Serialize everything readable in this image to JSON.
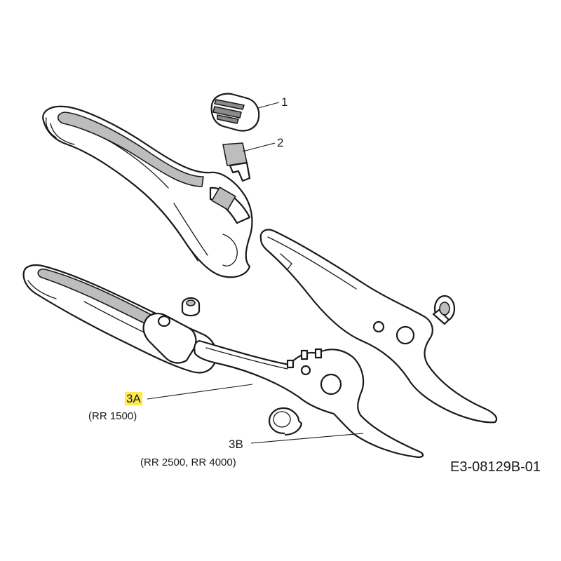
{
  "parts": [
    {
      "id": "part-1",
      "callout": "1"
    },
    {
      "id": "part-2",
      "callout": "2"
    },
    {
      "id": "part-3a",
      "callout": "3A",
      "models": "(RR 1500)",
      "highlight_color": "#ffe94d"
    },
    {
      "id": "part-3b",
      "callout": "3B",
      "models": "(RR 2500, RR 4000)"
    }
  ],
  "drawing_number": "E3-08129B-01",
  "colors": {
    "line": "#1a1a1a",
    "highlight": "#ffe94d",
    "background": "#ffffff"
  }
}
